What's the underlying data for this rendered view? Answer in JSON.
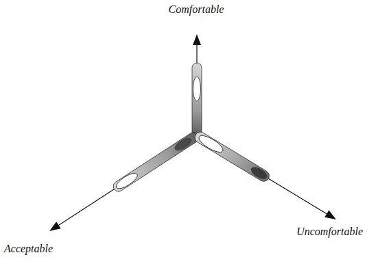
{
  "diagram": {
    "labels": [
      "Comfortable",
      "Acceptable",
      "Uncomfortable"
    ]
  }
}
